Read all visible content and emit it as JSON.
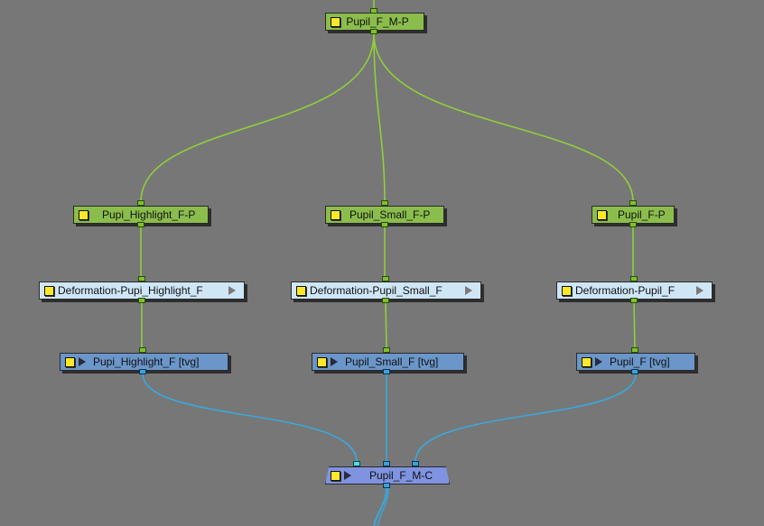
{
  "canvas": {
    "background": "#777777"
  },
  "colors": {
    "peg": "#8bbd4c",
    "deformation": "#cfe6f7",
    "drawing": "#6b96c9",
    "composite": "#7f93e0",
    "green_wire": "#8fcf3a",
    "blue_wire": "#3aa8dc"
  },
  "nodes": {
    "top_peg": {
      "label": "Pupil_F_M-P",
      "type": "peg"
    },
    "peg_left": {
      "label": "Pupi_Highlight_F-P",
      "type": "peg"
    },
    "peg_mid": {
      "label": "Pupil_Small_F-P",
      "type": "peg"
    },
    "peg_right": {
      "label": "Pupil_F-P",
      "type": "peg"
    },
    "deform_left": {
      "label": "Deformation-Pupi_Highlight_F",
      "type": "deformation"
    },
    "deform_mid": {
      "label": "Deformation-Pupil_Small_F",
      "type": "deformation"
    },
    "deform_right": {
      "label": "Deformation-Pupil_F",
      "type": "deformation"
    },
    "draw_left": {
      "label": "Pupi_Highlight_F  [tvg]",
      "type": "drawing"
    },
    "draw_mid": {
      "label": "Pupil_Small_F  [tvg]",
      "type": "drawing"
    },
    "draw_right": {
      "label": "Pupil_F  [tvg]",
      "type": "drawing"
    },
    "composite": {
      "label": "Pupil_F_M-C",
      "type": "composite"
    }
  },
  "icons": {
    "enable_toggle": "yellow-square-checkbox",
    "play": "right-triangle",
    "expand": "right-triangle"
  }
}
